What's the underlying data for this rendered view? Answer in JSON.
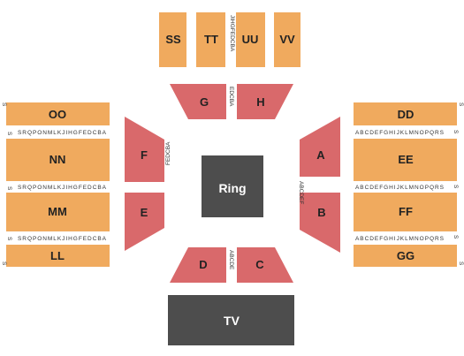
{
  "colors": {
    "floor_section": "#d9696b",
    "tier_section": "#f0aa5e",
    "stage": "#4d4d4d",
    "row_strip": "#ffffff"
  },
  "stage": {
    "ring": "Ring",
    "tv": "TV"
  },
  "sections": {
    "A": "A",
    "B": "B",
    "C": "C",
    "D": "D",
    "E": "E",
    "F": "F",
    "G": "G",
    "H": "H",
    "SS": "SS",
    "TT": "TT",
    "UU": "UU",
    "VV": "VV",
    "OO": "OO",
    "NN": "NN",
    "MM": "MM",
    "LL": "LL",
    "DD": "DD",
    "EE": "EE",
    "FF": "FF",
    "GG": "GG"
  },
  "rows": {
    "top_tier": "JIHGFEDCBA",
    "floor_top": "EDCBA",
    "floor_bottom": "ABCDE",
    "floor_left": "FEDCBA",
    "floor_right": "ABCDEF",
    "left_tier": "SRQPONMLKJIHGFEDCBA",
    "right_tier": "ABCDEFGHIJKLMNOPQRS",
    "end_letter": "S"
  }
}
